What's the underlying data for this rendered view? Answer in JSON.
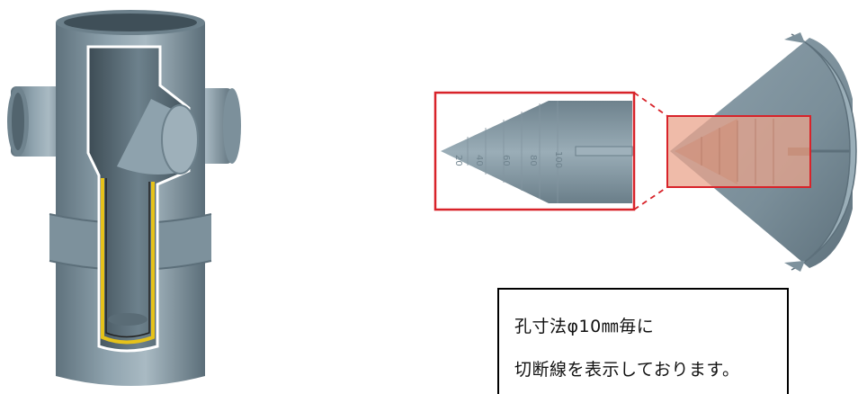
{
  "callout": {
    "line1": "孔寸法φ10㎜毎に",
    "line2": "切断線を表示しております。"
  },
  "scale_labels": [
    "20",
    "40",
    "60",
    "80",
    "100"
  ],
  "colors": {
    "pipe": "#7f939f",
    "pipe_dark": "#5a6d78",
    "pipe_light": "#a9bac3",
    "highlight_red": "#d8232a",
    "highlight_fill": "#e9a48c",
    "yellow_outline": "#e6c21a"
  }
}
